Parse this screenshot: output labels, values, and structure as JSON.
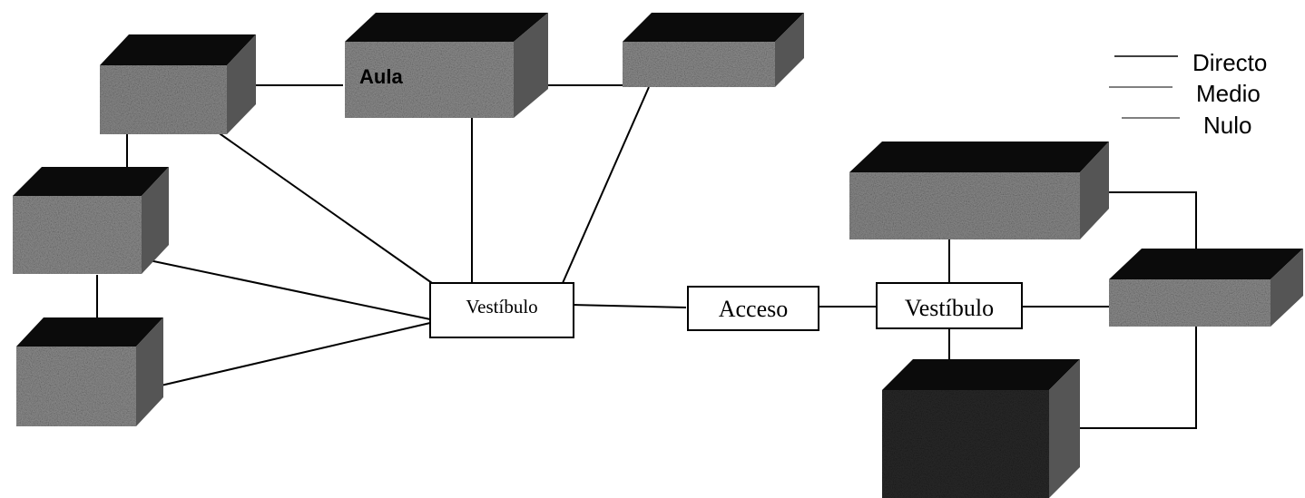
{
  "legend": {
    "items": [
      {
        "label": "Directo"
      },
      {
        "label": "Medio"
      },
      {
        "label": "Nulo"
      }
    ]
  },
  "nodes": {
    "vestibulo_left": "Vestíbulo",
    "acceso": "Acceso",
    "vestibulo_right": "Vestíbulo",
    "aula": "Aula"
  },
  "colors": {
    "line": "#000000",
    "box_border": "#000000",
    "block_top": "#0b0b0b",
    "block_face": "#8f8f8f",
    "background": "#ffffff"
  }
}
